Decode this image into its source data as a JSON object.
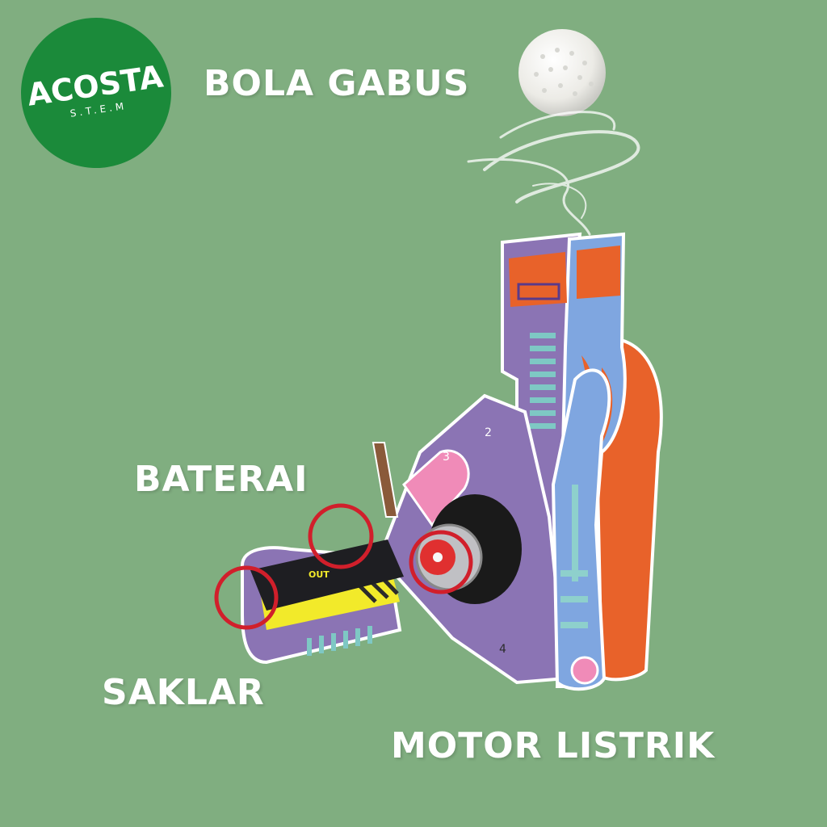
{
  "logo": {
    "name": "ACOSTA",
    "subtitle": "S.T.E.M",
    "color": "#1b8a3a"
  },
  "labels": {
    "ball": "BOLA GABUS",
    "battery": "BATERAI",
    "switch": "SAKLAR",
    "motor": "MOTOR LISTRIK"
  },
  "colors": {
    "background": "#80ae80",
    "label_text": "#ffffff",
    "highlight_circle": "#d11f2b",
    "toy_purple": "#8b74b4",
    "toy_blue": "#7fa6e0",
    "toy_orange": "#e8622a",
    "toy_yellow": "#f2ea2a"
  },
  "toy_markings": {
    "part_2": "2",
    "part_3": "3",
    "part_4": "4",
    "battery_text": "OUT"
  }
}
